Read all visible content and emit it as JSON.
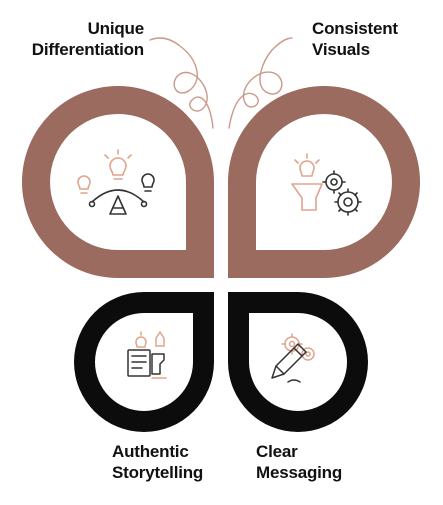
{
  "colors": {
    "brown": "#9a6b5e",
    "antenna": "#c99a8a",
    "black": "#0c0c0c",
    "icon_dark": "#333333",
    "icon_accent": "#e0a48c"
  },
  "petals": [
    {
      "id": "top-left",
      "title_line1": "Unique",
      "title_line2": "Differentiation",
      "icon": "lightbulbs-ideas-icon"
    },
    {
      "id": "top-right",
      "title_line1": "Consistent",
      "title_line2": "Visuals",
      "icon": "head-gears-idea-icon"
    },
    {
      "id": "bottom-left",
      "title_line1": "Authentic",
      "title_line2": "Storytelling",
      "icon": "storyteller-presentation-icon"
    },
    {
      "id": "bottom-right",
      "title_line1": "Clear",
      "title_line2": "Messaging",
      "icon": "pencil-gears-icon"
    }
  ]
}
